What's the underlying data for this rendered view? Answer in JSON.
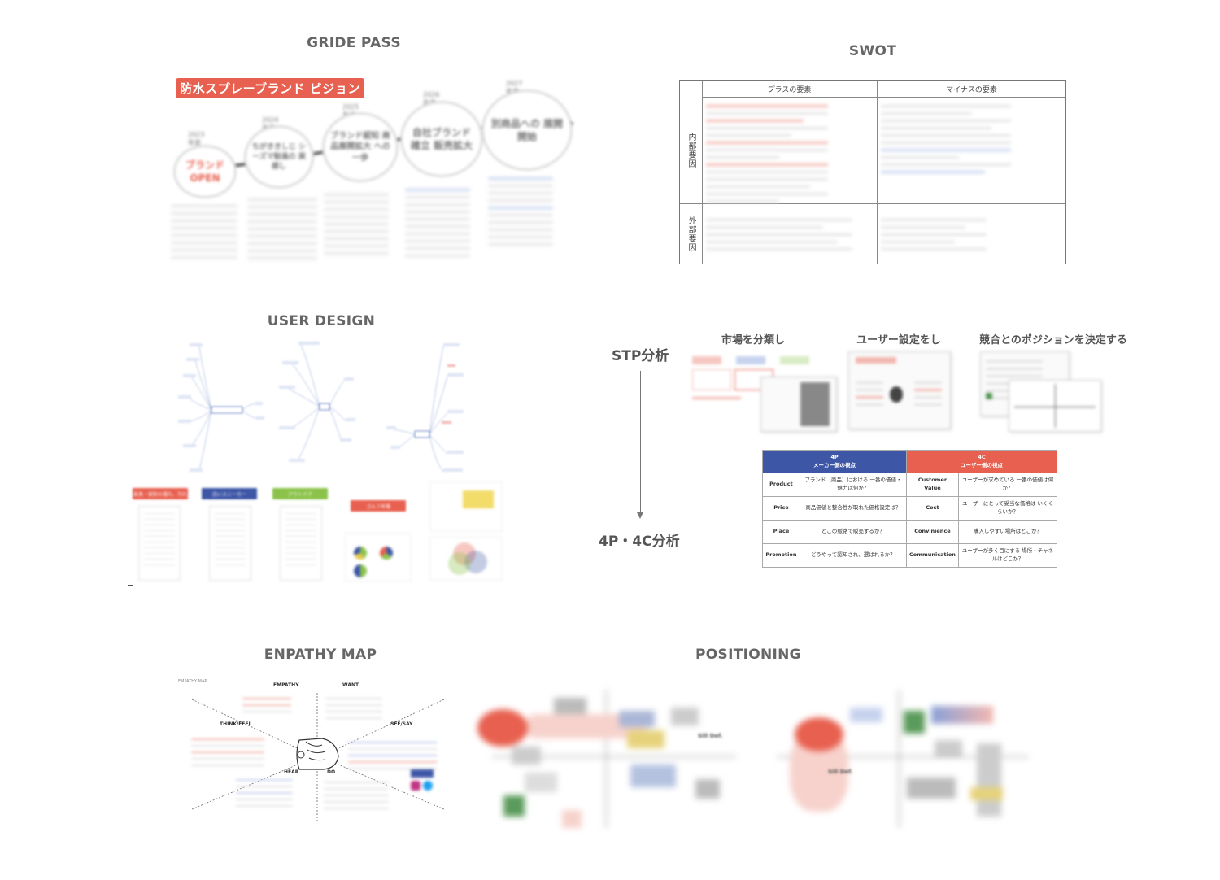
{
  "sections": {
    "gride_pass": "GRIDE PASS",
    "swot": "SWOT",
    "user_design": "USER DESIGN",
    "enpathy_map": "ENPATHY MAP",
    "positioning": "POSITIONING"
  },
  "gride_pass": {
    "banner": "防水スプレーブランド ビジョン",
    "years": [
      "2023年度",
      "2024年度",
      "2025年度",
      "2026年度",
      "2027年度"
    ],
    "circles": [
      "ブランド OPEN",
      "ちがききしじ シーズマ勧進の 実感し",
      "ブランド認知 商品展開拡大 への一歩",
      "自社ブランド 確立 販売拡大",
      "別商品への 展開開始"
    ]
  },
  "swot": {
    "plus_header": "プラスの要素",
    "minus_header": "マイナスの要素",
    "internal": "内部要因",
    "external": "外部要因"
  },
  "stp": {
    "title": "STP分析",
    "bottom": "4P・4C分析",
    "steps": [
      "市場を分類し",
      "ユーザー設定をし",
      "競合とのポジションを決定する"
    ]
  },
  "pc_table": {
    "head_4p_code": "4P",
    "head_4p_sub": "メーカー側の視点",
    "head_4c_code": "4C",
    "head_4c_sub": "ユーザー側の視点",
    "rows": [
      {
        "p": "Product",
        "p_desc": "ブランド（商品）における 一番の価値・魅力は何か？",
        "c": "Customer Value",
        "c_desc": "ユーザーが求めている 一番の価値は何か？"
      },
      {
        "p": "Price",
        "p_desc": "商品価値と整合性が取れた価格設定は？",
        "c": "Cost",
        "c_desc": "ユーザーにとって妥当な価格は いくくらいか？"
      },
      {
        "p": "Place",
        "p_desc": "どこの販路で販売するか？",
        "c": "Convinience",
        "c_desc": "購入しやすい場所はどこか？"
      },
      {
        "p": "Promotion",
        "p_desc": "どうやって認知され、選ばれるか？",
        "c": "Communication",
        "c_desc": "ユーザーが多く目にする 場所・チャネルはどこか？"
      }
    ]
  },
  "user_design": {
    "tags": [
      {
        "label": "家具・家財の濡れ、汚れ",
        "color": "#e8604f"
      },
      {
        "label": "白いスニーカー",
        "color": "#3d56a6"
      },
      {
        "label": "アウトドア",
        "color": "#8bc34a"
      },
      {
        "label": "ゴルフ市場",
        "color": "#e8604f"
      }
    ]
  },
  "enpathy": {
    "corner": "EMPATHY MAP",
    "empathy": "EMPATHY",
    "want": "WANT",
    "think": "THINK/FEEL",
    "see": "SEE/SAY",
    "hear": "HEAR",
    "do": "DO"
  },
  "positioning": {
    "label": "Sill Def."
  },
  "colors": {
    "red": "#e8604f",
    "blue": "#3d56a6",
    "green": "#8bc34a"
  }
}
